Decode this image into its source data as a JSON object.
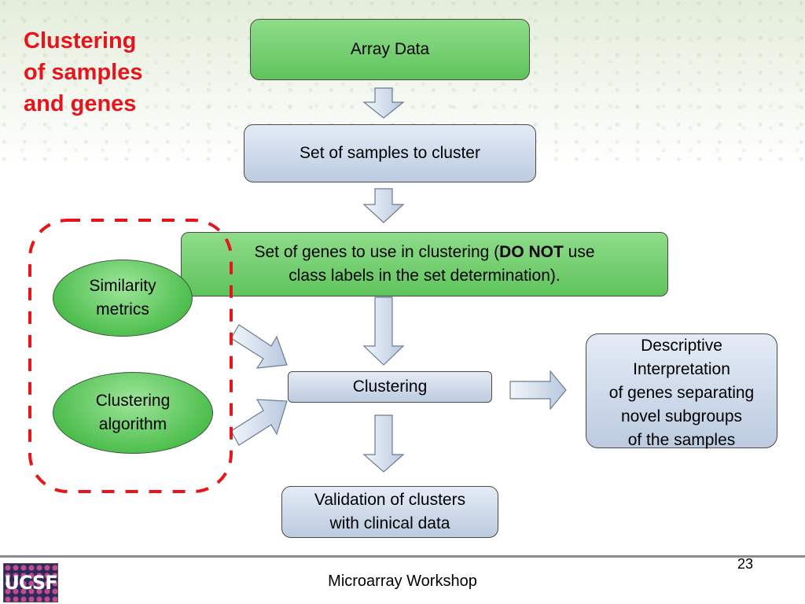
{
  "title": "Clustering\nof samples\nand genes",
  "nodes": {
    "array_data": "Array Data",
    "samples_to_cluster": "Set of samples to cluster",
    "genes_prefix": "Set of genes to use in clustering (",
    "genes_emphasis": "DO NOT",
    "genes_suffix_line1": " use",
    "genes_line2": "class labels in the set  determination).",
    "clustering": "Clustering",
    "validation": "Validation of clusters\nwith clinical data",
    "interpretation": "Descriptive\nInterpretation\nof genes separating\nnovel subgroups\nof the samples",
    "similarity": "Similarity\nmetrics",
    "algorithm": "Clustering\nalgorithm"
  },
  "footer": {
    "text": "Microarray Workshop",
    "page_number": "23",
    "logo_text": "UCSF"
  },
  "colors": {
    "title": "#e8141c",
    "green_box": "#6fcd6b",
    "blue_box": "#cdd9ea",
    "dashed_outline": "#e8141c",
    "arrow_fill": "#d6e2f0"
  }
}
